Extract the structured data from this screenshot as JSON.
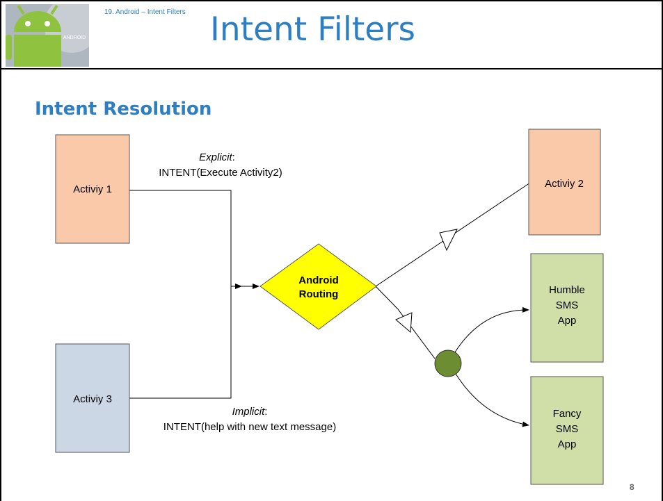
{
  "header": {
    "subtitle": "19. Android – Intent Filters",
    "title": "Intent Filters"
  },
  "logo": {
    "icon": "android-logo-icon",
    "text": "ANDROID"
  },
  "section_heading": "Intent Resolution",
  "diagram": {
    "nodes": {
      "activity1": "Activiy 1",
      "activity2": "Activiy 2",
      "activity3": "Activiy 3",
      "routing": [
        "Android",
        "Routing"
      ],
      "humble": [
        "Humble",
        "SMS",
        "App"
      ],
      "fancy": [
        "Fancy",
        "SMS",
        "App"
      ]
    },
    "labels": {
      "explicit_word": "Explicit",
      "explicit_colon": ":",
      "explicit_intent": "INTENT(Execute Activity2)",
      "implicit_word": "Implicit",
      "implicit_colon": ":",
      "implicit_intent": "INTENT(help with new text message)"
    },
    "colors": {
      "activity_orange": "#f9c9a9",
      "activity_blue": "#ccd7e6",
      "app_green": "#d0dfa8",
      "routing_yellow": "#ffff00",
      "junction_green": "#6c8d32"
    }
  },
  "page_number": "8"
}
